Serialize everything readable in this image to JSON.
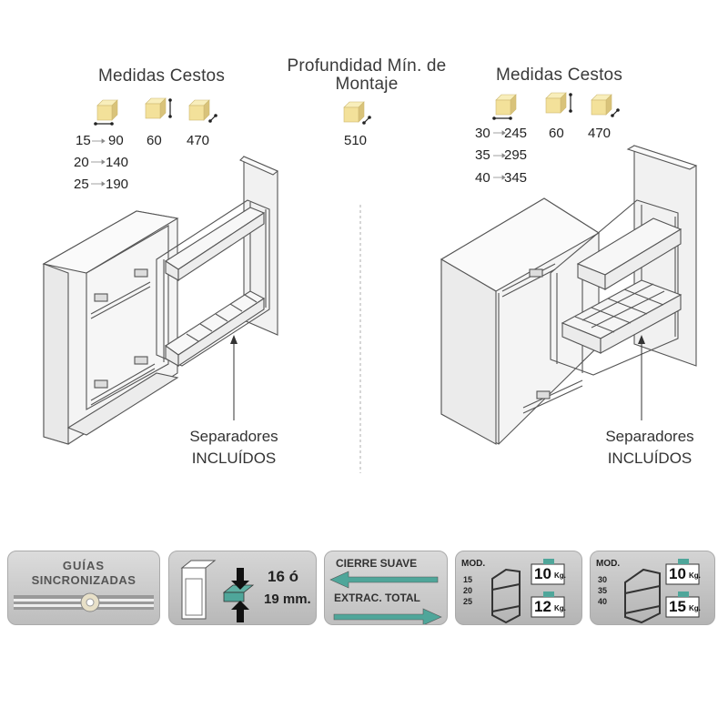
{
  "left": {
    "heading": "Medidas Cestos",
    "rows": [
      {
        "width": "15",
        "basket": "90",
        "height": "60",
        "depth": "470"
      },
      {
        "width": "20",
        "basket": "140"
      },
      {
        "width": "25",
        "basket": "190"
      }
    ],
    "separators_line1": "Separadores",
    "separators_line2": "INCLUÍDOS"
  },
  "center": {
    "heading_line1": "Profundidad Mín. de",
    "heading_line2": "Montaje",
    "value": "510"
  },
  "right": {
    "heading": "Medidas Cestos",
    "rows": [
      {
        "width": "30",
        "basket": "245",
        "height": "60",
        "depth": "470"
      },
      {
        "width": "35",
        "basket": "295"
      },
      {
        "width": "40",
        "basket": "345"
      }
    ],
    "separators_line1": "Separadores",
    "separators_line2": "INCLUÍDOS"
  },
  "badges": {
    "guides": {
      "line1": "GUÍAS",
      "line2": "SINCRONIZADAS"
    },
    "thickness": {
      "value1": "16 ó",
      "value2": "19 mm."
    },
    "closing": {
      "line1": "CIERRE SUAVE",
      "line2": "EXTRAC. TOTAL"
    },
    "load_small": {
      "mod_label": "MOD.",
      "models": [
        "15",
        "20",
        "25"
      ],
      "top_load": "10",
      "bottom_load": "12",
      "unit": "Kg."
    },
    "load_large": {
      "mod_label": "MOD.",
      "models": [
        "30",
        "35",
        "40"
      ],
      "top_load": "10",
      "bottom_load": "15",
      "unit": "Kg."
    }
  },
  "colors": {
    "cube": "#f3e19a",
    "arrow_teal": "#4fa69a",
    "badge_gray": "#cfcfcf"
  }
}
